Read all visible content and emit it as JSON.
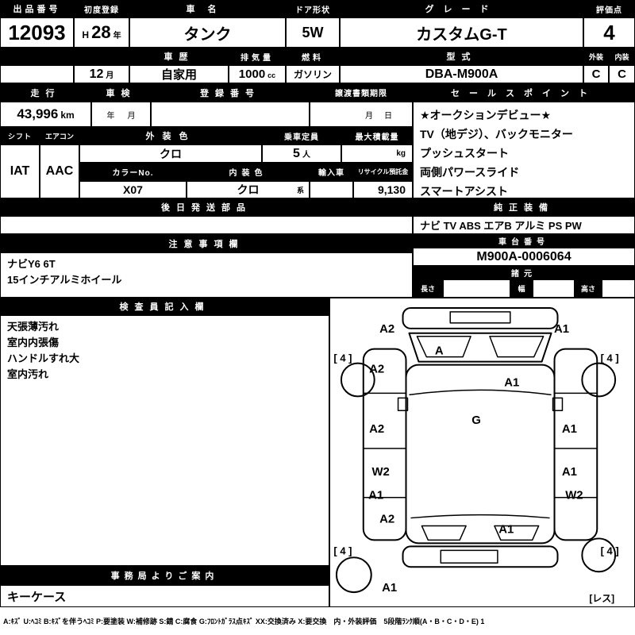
{
  "header": {
    "auction_no_label": "出品番号",
    "auction_no": "12093",
    "first_reg_label": "初度登録",
    "era": "H",
    "year": "28",
    "year_unit": "年",
    "month": "12",
    "month_unit": "月",
    "car_name_label": "車名",
    "car_name": "タンク",
    "door_label": "ドア形状",
    "door": "5W",
    "grade_label": "グレード",
    "grade": "カスタムG-T",
    "score_label": "評価点",
    "score": "4",
    "history_label": "車歴",
    "history": "自家用",
    "displacement_label": "排気量",
    "displacement": "1000",
    "displacement_unit": "cc",
    "fuel_label": "燃料",
    "fuel": "ガソリン",
    "model_label": "型式",
    "model": "DBA-M900A",
    "exterior_label": "外装",
    "interior_label": "内装",
    "exterior_grade": "C",
    "interior_grade": "C"
  },
  "registration": {
    "mileage_label": "走行",
    "mileage": "43,996",
    "mileage_unit": "km",
    "shaken_label": "車検",
    "shaken_year": "年",
    "shaken_month": "月",
    "reg_no_label": "登録番号",
    "transfer_label": "譲渡書類期限",
    "transfer_month": "月",
    "transfer_day": "日"
  },
  "sales_points": {
    "label": "セールスポイント",
    "lines": [
      "★オークションデビュー★",
      "TV（地デジ）、バックモニター",
      "プッシュスタート",
      "両側パワースライド",
      "スマートアシスト"
    ]
  },
  "spec": {
    "shift_label": "シフト",
    "shift": "IAT",
    "ac_label": "エアコン",
    "ac": "AAC",
    "ext_color_label": "外装色",
    "ext_color": "クロ",
    "capacity_label": "乗車定員",
    "capacity": "5",
    "capacity_unit": "人",
    "max_load_label": "最大積載量",
    "max_load_unit": "kg",
    "color_no_label": "カラーNo.",
    "color_no": "X07",
    "int_color_label": "内装色",
    "int_color": "クロ",
    "int_color_suffix": "系",
    "import_label": "輸入車",
    "recycle_label": "リサイクル預託金",
    "recycle_fee": "9,130"
  },
  "parts": {
    "label": "後日発送部品"
  },
  "equipment": {
    "label": "純正装備",
    "items": "ナビ TV ABS エアB アルミ PS PW"
  },
  "notes": {
    "label": "注意事項欄",
    "lines": [
      "ナビY6 6T",
      "15インチアルミホイール"
    ]
  },
  "chassis": {
    "label": "車台番号",
    "number": "M900A-0006064",
    "dims_label": "諸元",
    "length_label": "長さ",
    "width_label": "幅",
    "height_label": "高さ"
  },
  "inspector": {
    "label": "検査員記入欄",
    "lines": [
      "天張薄汚れ",
      "室内内張傷",
      "ハンドルすれ大",
      "室内汚れ"
    ]
  },
  "office": {
    "label": "事務局よりご案内",
    "note": "キーケース"
  },
  "diagram": {
    "labels": [
      "A2",
      "A1",
      "A",
      "[ 4 ]",
      "A2",
      "[ 4 ]",
      "A1",
      "A2",
      "G",
      "A1",
      "W2",
      "A1",
      "A1",
      "W2",
      "A2",
      "A1",
      "[ 4 ]",
      "[ 4 ]",
      "A1",
      "[レス]"
    ]
  },
  "legend": {
    "text": "A:ｷｽﾞ U:ﾍｺﾐ B:ｷｽﾞを伴うﾍｺﾐ P:要塗装 W:補修跡 S:錆 C:腐食 G:ﾌﾛﾝﾄｶﾞﾗｽ点ｷｽﾞ XX:交換済み X:要交換　内・外装評価　5段階ﾗﾝｸ順(A・B・C・D・E) 1"
  }
}
